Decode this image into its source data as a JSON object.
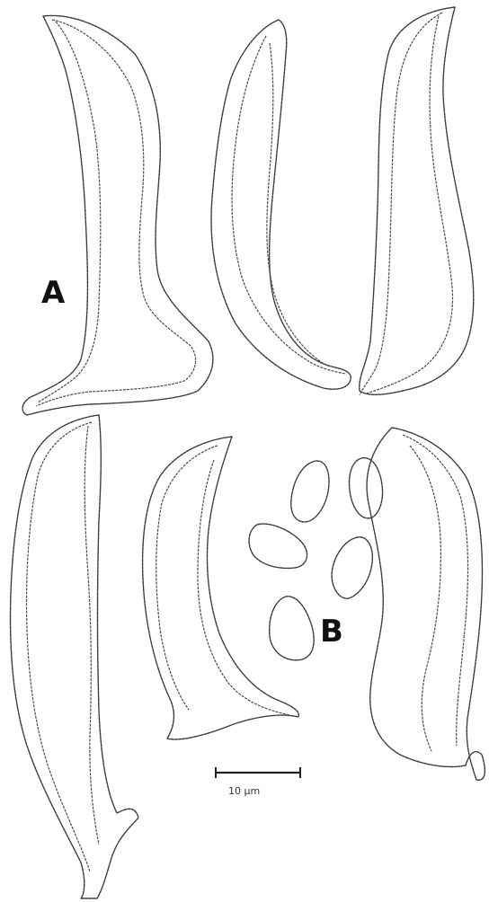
{
  "labels": {
    "panel_a": "A",
    "panel_b": "B"
  },
  "scale_bar": {
    "label": "10 μm"
  },
  "colors": {
    "ink": "#3a3a3a",
    "background": "#ffffff"
  }
}
